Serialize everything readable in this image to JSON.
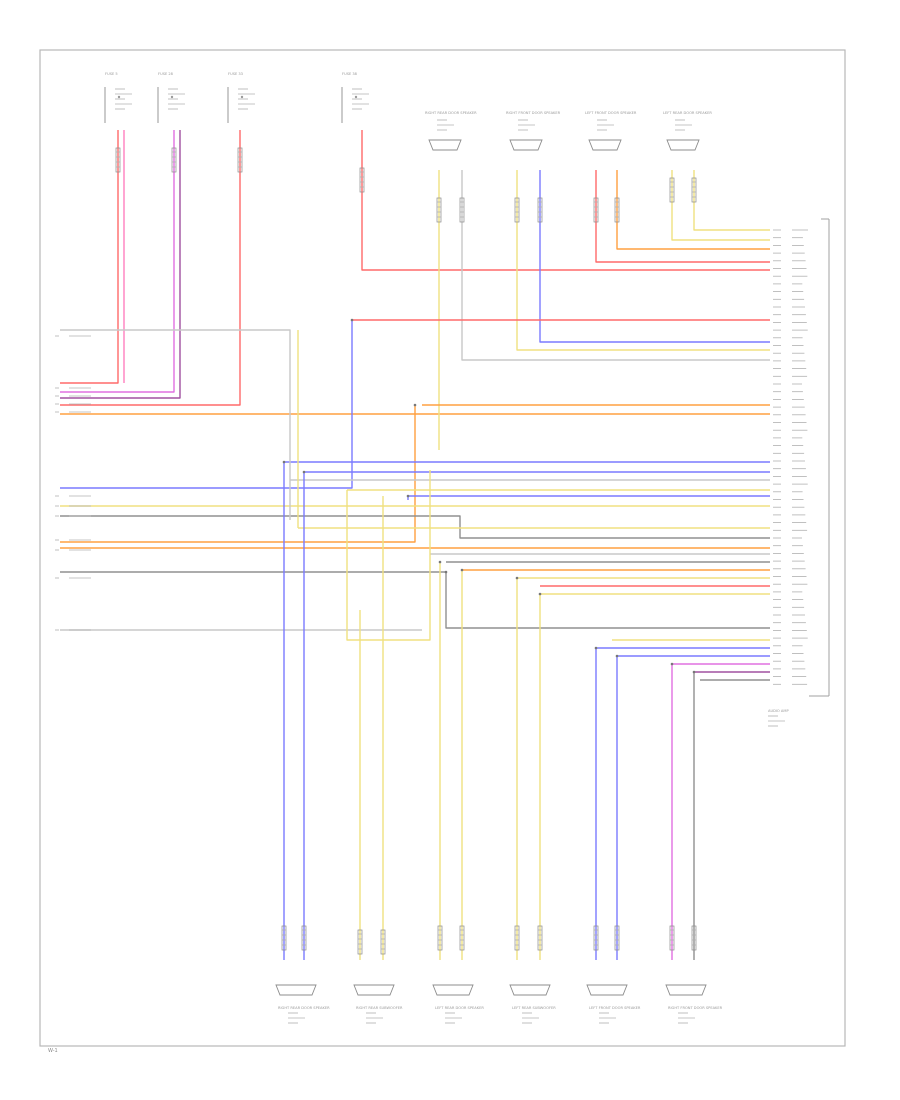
{
  "diagram": {
    "colors": {
      "red": "#ff6a6a",
      "pink": "#ff7fbf",
      "magenta": "#e070e0",
      "purple": "#a050a0",
      "orange": "#ffa040",
      "yellow": "#f0e080",
      "blue": "#7a7aff",
      "gray": "#909090",
      "lightgray": "#c8c8c8"
    },
    "top_fuse_labels": [
      "FUSE 5",
      "FUSE 28",
      "FUSE 33",
      "FUSE 38"
    ],
    "module_label": "AUDIO AMP",
    "top_speakers": [
      "RIGHT REAR DOOR SPEAKER",
      "RIGHT FRONT DOOR SPEAKER",
      "LEFT FRONT DOOR SPEAKER",
      "LEFT REAR DOOR SPEAKER"
    ],
    "bottom_speakers": [
      "RIGHT REAR DOOR SPEAKER",
      "RIGHT REAR SUBWOOFER",
      "LEFT REAR DOOR SPEAKER",
      "LEFT REAR SUBWOOFER",
      "LEFT FRONT DOOR SPEAKER",
      "RIGHT FRONT DOOR SPEAKER"
    ],
    "ref_code": "W-1"
  }
}
